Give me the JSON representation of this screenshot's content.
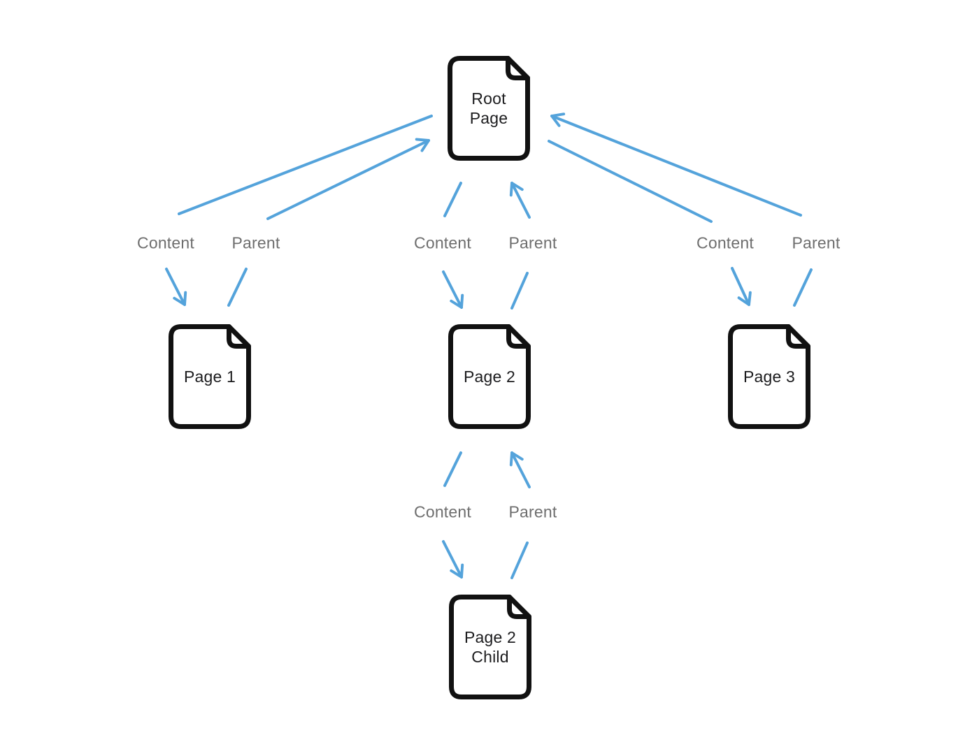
{
  "theme": {
    "background": "#ffffff",
    "arrow_color": "#54a3db",
    "edge_label_color": "#6e6e6e",
    "node_border_color": "#111111",
    "node_text_color": "#1c1c1e"
  },
  "labels": {
    "content": "Content",
    "parent": "Parent"
  },
  "nodes": {
    "root": {
      "label": "Root\nPage"
    },
    "page1": {
      "label": "Page 1"
    },
    "page2": {
      "label": "Page 2"
    },
    "page3": {
      "label": "Page 3"
    },
    "page2_child": {
      "label": "Page 2\nChild"
    }
  },
  "edges": [
    {
      "type": "Content",
      "from": "Root Page",
      "to": "Page 1"
    },
    {
      "type": "Parent",
      "from": "Page 1",
      "to": "Root Page"
    },
    {
      "type": "Content",
      "from": "Root Page",
      "to": "Page 2"
    },
    {
      "type": "Parent",
      "from": "Page 2",
      "to": "Root Page"
    },
    {
      "type": "Content",
      "from": "Root Page",
      "to": "Page 3"
    },
    {
      "type": "Parent",
      "from": "Page 3",
      "to": "Root Page"
    },
    {
      "type": "Content",
      "from": "Page 2",
      "to": "Page 2 Child"
    },
    {
      "type": "Parent",
      "from": "Page 2 Child",
      "to": "Page 2"
    }
  ]
}
